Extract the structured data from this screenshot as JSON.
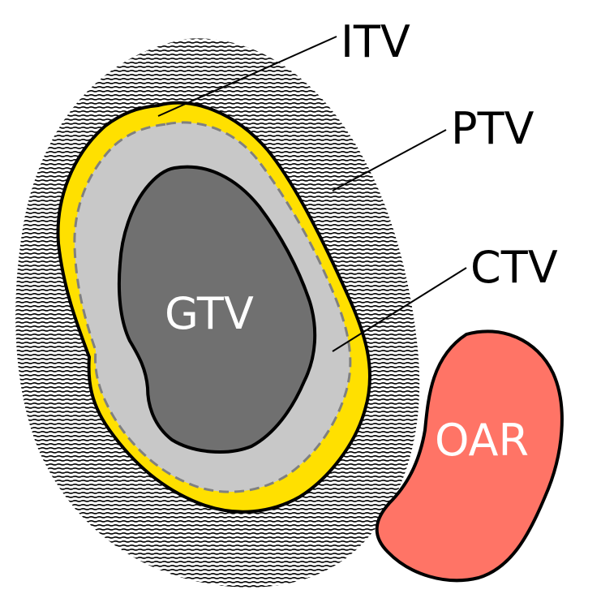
{
  "labels": {
    "itv": "ITV",
    "ptv": "PTV",
    "ctv": "CTV",
    "gtv": "GTV",
    "oar": "OAR"
  },
  "colors": {
    "ptv_hatch": "#000000",
    "itv_fill": "#ffe000",
    "ctv_fill": "#c8c8c8",
    "ctv_dash": "#808080",
    "gtv_fill": "#707070",
    "oar_fill": "#ff7466",
    "outline": "#000000",
    "background": "#ffffff"
  }
}
